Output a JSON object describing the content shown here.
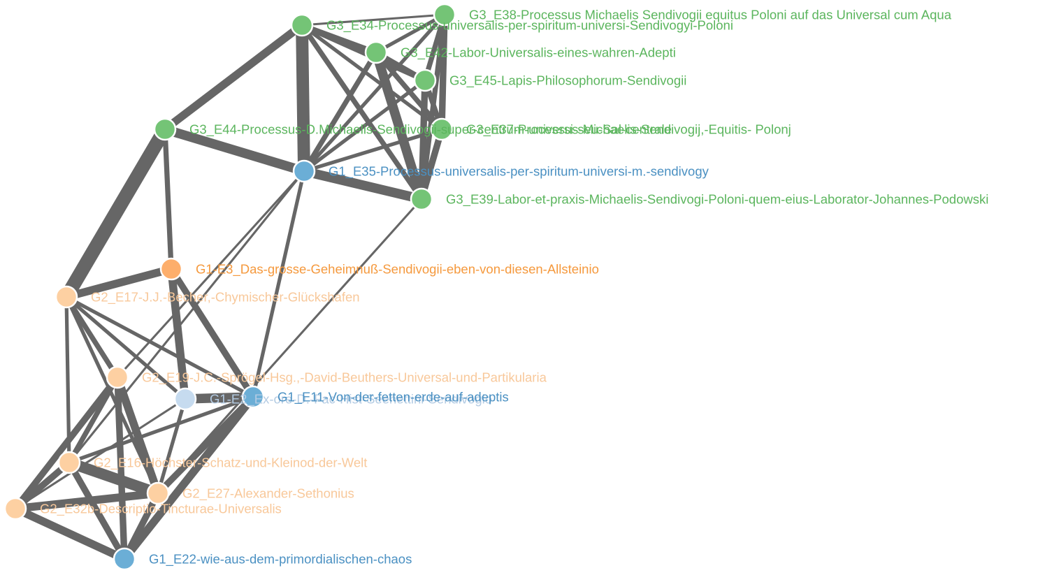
{
  "colors": {
    "edge": "#666666",
    "group_green": "#74c476",
    "group_blue": "#6baed6",
    "group_orange": "#fdae6b",
    "group_peach": "#fdd0a2",
    "group_lightblue": "#c6dbef",
    "label_green": "#5bb55d",
    "label_blue": "#4a90c2",
    "label_orange": "#f5993d",
    "label_peach": "#f8c89a",
    "label_lightblue": "#b3cbe3"
  },
  "nodes": [
    {
      "id": "E38",
      "label": "G3_E38-Processus Michaelis Sendivogii equitus Poloni auf das Universal cum Aqua",
      "group": "green"
    },
    {
      "id": "E34",
      "label": "G3_E34-Processus-universalis-per-spiritum-universi-Sendivogyi-Poloni",
      "group": "green"
    },
    {
      "id": "E42",
      "label": "G3_E42-Labor-Universalis-eines-wahren-Adepti",
      "group": "green"
    },
    {
      "id": "E45",
      "label": "G3_E45-Lapis-Philosophorum-Sendivogii",
      "group": "green"
    },
    {
      "id": "E44",
      "label": "G3_E44-Processus-D.Michaelis-Sendivogii-super-centrum-universi-seu-Sal-centrale",
      "group": "green"
    },
    {
      "id": "E37",
      "label": "G3_E37-Processus-Michaelis-Sendivogij,-Equitis- Polonj",
      "group": "green"
    },
    {
      "id": "E35",
      "label": "G1_E35-Processus-universalis-per-spiritum-universi-m.-sendivogy",
      "group": "blue"
    },
    {
      "id": "E39",
      "label": "G3_E39-Labor-et-praxis-Michaelis-Sendivogi-Poloni-quem-eius-Laborator-Johannes-Podowski",
      "group": "green"
    },
    {
      "id": "E3",
      "label": "G1-E3_Das-grosse-Geheimnuß-Sendivogii-eben-von-diesen-Allsteinio",
      "group": "orange"
    },
    {
      "id": "E17",
      "label": "G2_E17-J.J.-Becher,-Chymischer-Glückshafen",
      "group": "peach"
    },
    {
      "id": "E19",
      "label": "G2_E19-J.C.-Sprögel-Hsg.,-David-Beuthers-Universal-und-Partikularia",
      "group": "peach"
    },
    {
      "id": "E2",
      "label": "G1-E2_Ex-ore-D.-Fac-Hist-Seehettini-Sendivogio",
      "group": "lightblue"
    },
    {
      "id": "E11",
      "label": "G1_E11-Von-der-fetten-erde-auf-adeptis",
      "group": "blue"
    },
    {
      "id": "E16",
      "label": "G2_E16-Höchster-Schatz-und-Kleinod-der-Welt",
      "group": "peach"
    },
    {
      "id": "E27",
      "label": "G2_E27-Alexander-Sethonius",
      "group": "peach"
    },
    {
      "id": "E32b",
      "label": "G2_E32b-Descriptio-Tincturae-Universalis",
      "group": "peach"
    },
    {
      "id": "E22",
      "label": "G1_E22-wie-aus-dem-primordialischen-chaos",
      "group": "blue"
    }
  ],
  "edges": [
    {
      "source": "E34",
      "target": "E38",
      "weight": 1
    },
    {
      "source": "E34",
      "target": "E42",
      "weight": 3
    },
    {
      "source": "E34",
      "target": "E45",
      "weight": 3
    },
    {
      "source": "E34",
      "target": "E37",
      "weight": 2
    },
    {
      "source": "E34",
      "target": "E39",
      "weight": 3
    },
    {
      "source": "E34",
      "target": "E35",
      "weight": 8
    },
    {
      "source": "E34",
      "target": "E44",
      "weight": 5
    },
    {
      "source": "E38",
      "target": "E42",
      "weight": 2
    },
    {
      "source": "E38",
      "target": "E45",
      "weight": 3
    },
    {
      "source": "E38",
      "target": "E37",
      "weight": 4
    },
    {
      "source": "E38",
      "target": "E39",
      "weight": 3
    },
    {
      "source": "E38",
      "target": "E35",
      "weight": 2
    },
    {
      "source": "E42",
      "target": "E45",
      "weight": 3
    },
    {
      "source": "E42",
      "target": "E37",
      "weight": 3
    },
    {
      "source": "E42",
      "target": "E39",
      "weight": 6
    },
    {
      "source": "E42",
      "target": "E35",
      "weight": 3
    },
    {
      "source": "E45",
      "target": "E37",
      "weight": 3
    },
    {
      "source": "E45",
      "target": "E39",
      "weight": 4
    },
    {
      "source": "E45",
      "target": "E35",
      "weight": 2
    },
    {
      "source": "E37",
      "target": "E39",
      "weight": 4
    },
    {
      "source": "E37",
      "target": "E35",
      "weight": 2
    },
    {
      "source": "E35",
      "target": "E39",
      "weight": 6
    },
    {
      "source": "E35",
      "target": "E44",
      "weight": 6
    },
    {
      "source": "E35",
      "target": "E11",
      "weight": 2
    },
    {
      "source": "E35",
      "target": "E19",
      "weight": 1
    },
    {
      "source": "E39",
      "target": "E27",
      "weight": 1
    },
    {
      "source": "E44",
      "target": "E17",
      "weight": 9
    },
    {
      "source": "E44",
      "target": "E3",
      "weight": 3
    },
    {
      "source": "E3",
      "target": "E17",
      "weight": 5
    },
    {
      "source": "E3",
      "target": "E2",
      "weight": 5
    },
    {
      "source": "E3",
      "target": "E11",
      "weight": 4
    },
    {
      "source": "E17",
      "target": "E19",
      "weight": 3
    },
    {
      "source": "E17",
      "target": "E2",
      "weight": 2
    },
    {
      "source": "E17",
      "target": "E11",
      "weight": 2
    },
    {
      "source": "E17",
      "target": "E27",
      "weight": 2
    },
    {
      "source": "E17",
      "target": "E16",
      "weight": 2
    },
    {
      "source": "E19",
      "target": "E16",
      "weight": 3
    },
    {
      "source": "E19",
      "target": "E27",
      "weight": 5
    },
    {
      "source": "E19",
      "target": "E32b",
      "weight": 4
    },
    {
      "source": "E19",
      "target": "E22",
      "weight": 4
    },
    {
      "source": "E2",
      "target": "E11",
      "weight": 6
    },
    {
      "source": "E2",
      "target": "E27",
      "weight": 2
    },
    {
      "source": "E2",
      "target": "E32b",
      "weight": 1
    },
    {
      "source": "E11",
      "target": "E16",
      "weight": 2
    },
    {
      "source": "E11",
      "target": "E27",
      "weight": 4
    },
    {
      "source": "E11",
      "target": "E22",
      "weight": 5
    },
    {
      "source": "E16",
      "target": "E27",
      "weight": 7
    },
    {
      "source": "E16",
      "target": "E32b",
      "weight": 4
    },
    {
      "source": "E16",
      "target": "E22",
      "weight": 4
    },
    {
      "source": "E27",
      "target": "E32b",
      "weight": 5
    },
    {
      "source": "E27",
      "target": "E22",
      "weight": 4
    },
    {
      "source": "E32b",
      "target": "E22",
      "weight": 5
    },
    {
      "source": "E16",
      "target": "E35",
      "weight": 1
    }
  ]
}
